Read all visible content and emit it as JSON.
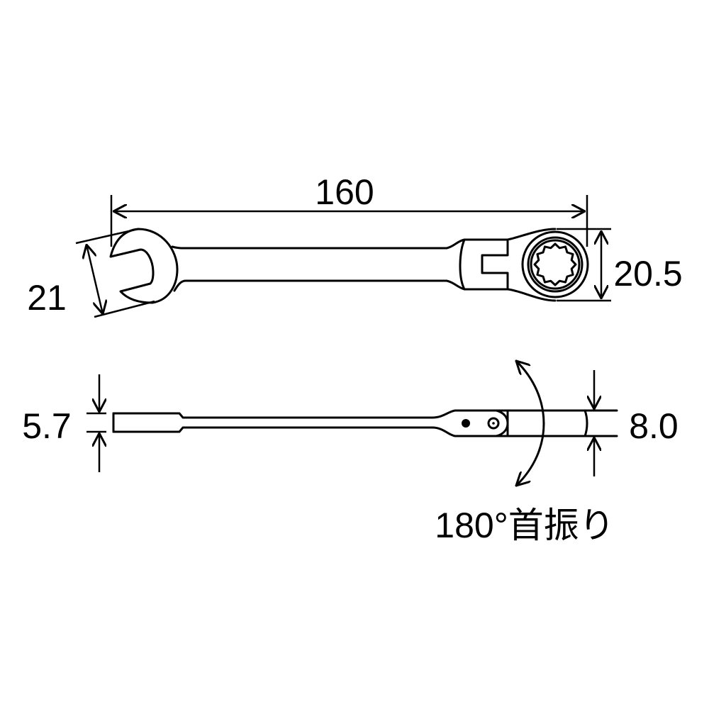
{
  "dimensions": {
    "length": "160",
    "open_end_width": "21",
    "ring_end_width": "20.5",
    "open_end_thickness": "5.7",
    "ring_end_thickness": "8.0"
  },
  "annotation": {
    "swivel": "180°首振り"
  },
  "colors": {
    "line": "#000000",
    "background": "#ffffff"
  }
}
